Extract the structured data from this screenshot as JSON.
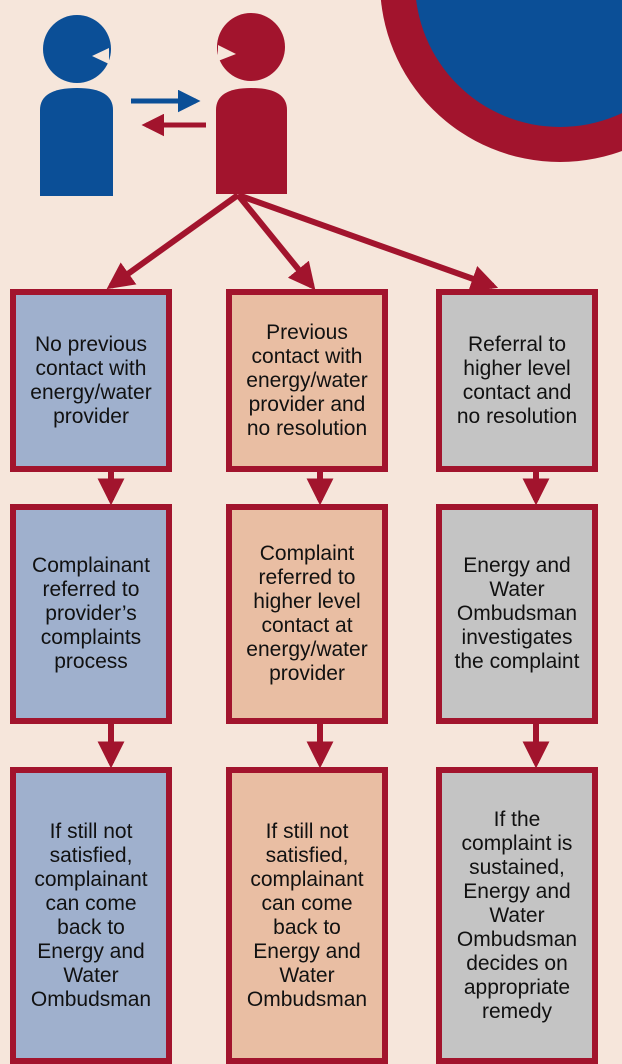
{
  "colors": {
    "background": "#f6e6db",
    "accent_red": "#a2142d",
    "accent_blue": "#0b4f97",
    "blue_box": "#9fb0cd",
    "peach_box": "#e9bea3",
    "gray_box": "#c4c4c4"
  },
  "icons": {
    "person_left": "person-icon",
    "person_right": "person-icon",
    "arrows": "exchange-arrows-icon"
  },
  "columns": [
    {
      "step1": "No previous\ncontact with\nenergy/water\nprovider",
      "step2": "Complainant\nreferred to\nprovider’s\ncomplaints\nprocess",
      "step3": "If still not\nsatisfied,\ncomplainant\ncan come\nback to\nEnergy and\nWater\nOmbudsman"
    },
    {
      "step1": "Previous\ncontact with\nenergy/water\nprovider and\nno resolution",
      "step2": "Complaint\nreferred to\nhigher level\ncontact at\nenergy/water\nprovider",
      "step3": "If still not\nsatisfied,\ncomplainant\ncan come\nback to\nEnergy and\nWater\nOmbudsman"
    },
    {
      "step1": "Referral to\nhigher level\ncontact and\nno resolution",
      "step2": "Energy and\nWater\nOmbudsman\ninvestigates\nthe complaint",
      "step3": "If the\ncomplaint is\nsustained,\nEnergy and\nWater\nOmbudsman\ndecides on\nappropriate\nremedy"
    }
  ]
}
